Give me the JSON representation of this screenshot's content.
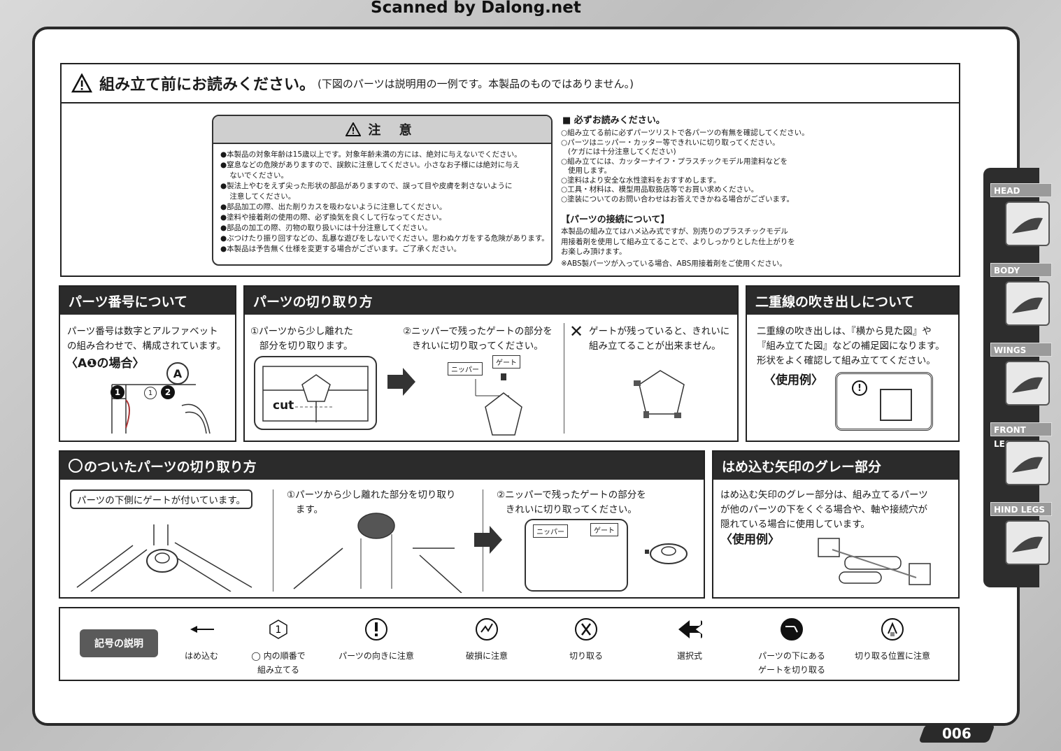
{
  "scan_credit": "Scanned by Dalong.net",
  "page_number": "006",
  "top": {
    "title": "組み立て前にお読みください。",
    "subtitle": "(下図のパーツは説明用の一例です。本製品のものではありません。)"
  },
  "caution": {
    "header": "注 意",
    "lines": [
      "●本製品の対象年齢は15歳以上です。対象年齢未満の方には、絶対に与えないでください。",
      "●窒息などの危険がありますので、誤飲に注意してください。小さなお子様には絶対に与え",
      "    ないでください。",
      "●製法上やむをえず尖った形状の部品がありますので、誤って目や皮膚を刺さないように",
      "    注意してください。",
      "●部品加工の際、出た削りカスを吸わないように注意してください。",
      "●塗料や接着剤の使用の際、必ず換気を良くして行なってください。",
      "●部品の加工の際、刃物の取り扱いには十分注意してください。",
      "●ぶつけたり振り回すなどの、乱暴な遊びをしないでください。思わぬケガをする危険があります。",
      "●本製品は予告無く仕様を変更する場合がございます。ご了承ください。"
    ]
  },
  "must_read": {
    "title": "■ 必ずお読みください。",
    "lines": [
      "○組み立てる前に必ずパーツリストで各パーツの有無を確認してください。",
      "○パーツはニッパー・カッター等できれいに切り取ってください。",
      "   (ケガには十分注意してください)",
      "○組み立てには、カッターナイフ・プラスチックモデル用塗料などを",
      "   使用します。",
      "○塗料はより安全な水性塗料をおすすめします。",
      "○工具・材料は、模型用品取扱店等でお買い求めください。",
      "○塗装についてのお問い合わせはお答えできかねる場合がございます。"
    ],
    "connection_title": "【パーツの接続について】",
    "connection_lines": [
      "本製品の組み立てはハメ込み式ですが、別売りのプラスチックモデル",
      "用接着剤を使用して組み立てることで、よりしっかりとした仕上がりを",
      "お楽しみ頂けます。"
    ],
    "abs_note": "※ABS製パーツが入っている場合、ABS用接着剤をご使用ください。"
  },
  "part_number": {
    "header": "パーツ番号について",
    "text": "パーツ番号は数字とアルファベット\nの組み合わせで、構成されています。",
    "example": "〈A❶の場合〉",
    "tag_letter": "A",
    "num1": "1",
    "num2": "2",
    "num_box": "1"
  },
  "cutting": {
    "header": "パーツの切り取り方",
    "step1": "①パーツから少し離れた\n   部分を切り取ります。",
    "step2": "②ニッパーで残ったゲートの部分を\n   きれいに切り取ってください。",
    "bad": "ゲートが残っていると、きれいに\n組み立てることが出来ません。",
    "cut_label": "cut",
    "nipper_label": "ニッパー",
    "gate_label": "ゲート"
  },
  "double_bubble": {
    "header": "二重線の吹き出しについて",
    "text": "二重線の吹き出しは、『横から見た図』や\n『組み立てた図』などの補足図になります。\n形状をよく確認して組み立ててください。",
    "example": "〈使用例〉"
  },
  "under_gate": {
    "header": "のついたパーツの切り取り方",
    "callout": "パーツの下側にゲートが付いています。",
    "step1": "①パーツから少し離れた部分を切り取り\n   ます。",
    "step2": "②ニッパーで残ったゲートの部分を\n   きれいに切り取ってください。",
    "nipper_label": "ニッパー",
    "gate_label": "ゲート"
  },
  "grey_arrow": {
    "header": "はめ込む矢印のグレー部分",
    "text": "はめ込む矢印のグレー部分は、組み立てるパーツ\nが他のパーツの下をくぐる場合や、軸や接続穴が\n隠れている場合に使用しています。",
    "example": "〈使用例〉"
  },
  "legend": {
    "title": "記号の説明",
    "items": [
      {
        "icon": "insert-arrow-icon",
        "label": "はめ込む"
      },
      {
        "icon": "numbered-hexagon-icon",
        "label": "◯ 内の順番で\n組み立てる",
        "glyph": "1"
      },
      {
        "icon": "part-orientation-icon",
        "label": "パーツの向きに注意"
      },
      {
        "icon": "breakage-icon",
        "label": "破損に注意"
      },
      {
        "icon": "cut-icon",
        "label": "切り取る"
      },
      {
        "icon": "choice-icon",
        "label": "選択式"
      },
      {
        "icon": "under-gate-icon",
        "label": "パーツの下にある\nゲートを切り取る"
      },
      {
        "icon": "cut-position-icon",
        "label": "切り取る位置に注意"
      }
    ]
  },
  "side_tabs": [
    {
      "label": "HEAD"
    },
    {
      "label": "BODY"
    },
    {
      "label": "WINGS"
    },
    {
      "label": "FRONT LEGS"
    },
    {
      "label": "HIND LEGS"
    }
  ]
}
